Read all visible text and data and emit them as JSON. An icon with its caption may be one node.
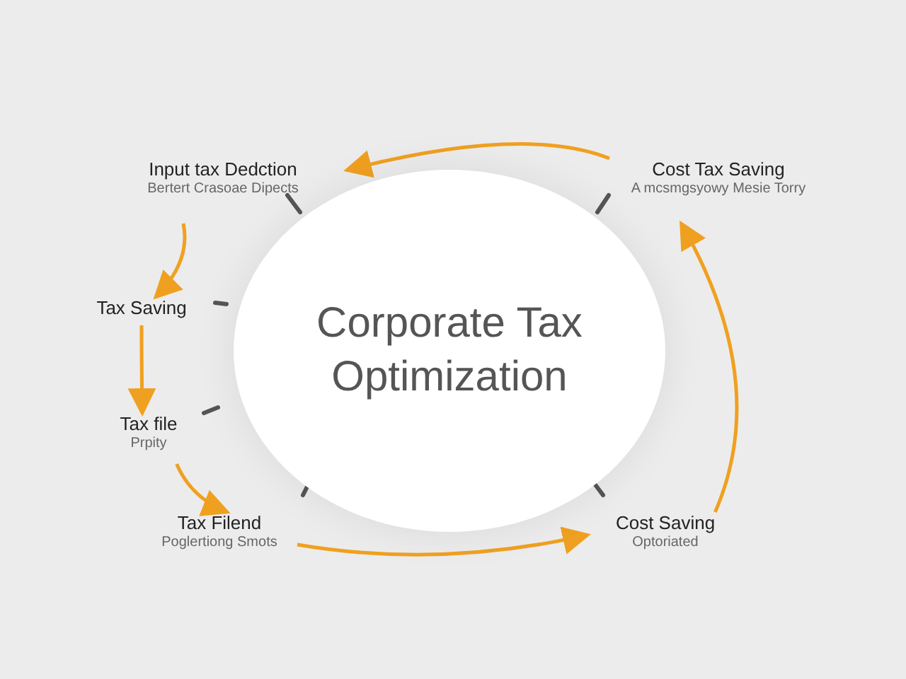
{
  "diagram": {
    "nodes": [
      {
        "text": [
          "Corporate Tax Optimization"
        ]
      },
      {
        "text": [
          "Input tax Dedction",
          "Bertert Crasoae Dipects"
        ]
      },
      {
        "text": [
          "Cost Tax Saving",
          "A mcsmgsyowy Mesie Torry"
        ]
      },
      {
        "text": [
          "Tax Saving"
        ]
      },
      {
        "text": [
          "Tax file",
          "Prpity"
        ]
      },
      {
        "text": [
          "Tax Filend",
          "Poglertiong Smots"
        ]
      },
      {
        "text": [
          "Cost Saving",
          "Optoriated"
        ]
      }
    ],
    "edges": [
      {
        "from": 2,
        "to": 1,
        "arrow": "to"
      },
      {
        "from": 1,
        "to": 3,
        "arrow": "to"
      },
      {
        "from": 3,
        "to": 4,
        "arrow": "to"
      },
      {
        "from": 4,
        "to": 5,
        "arrow": "to"
      },
      {
        "from": 5,
        "to": 6,
        "arrow": "to"
      },
      {
        "from": 6,
        "to": 2,
        "arrow": "to"
      }
    ]
  }
}
